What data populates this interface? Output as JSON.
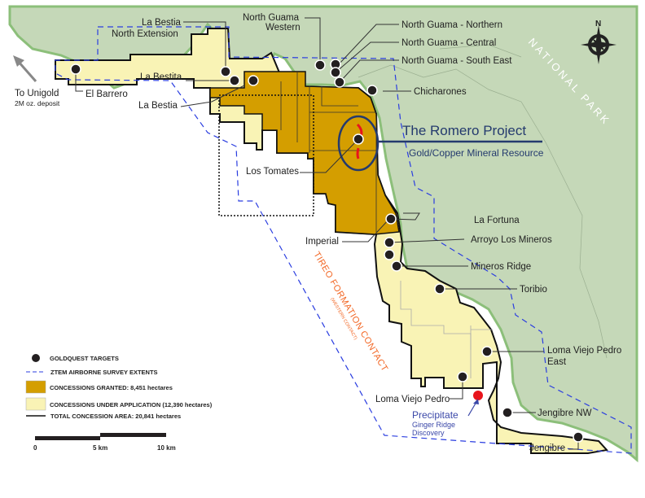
{
  "map": {
    "title": "The Romero Project",
    "subtitle": "Gold/Copper Mineral Resource",
    "region_label": "NATIONAL PARK",
    "compass_north": "N",
    "formation_label": "TIREO FORMATION CONTACT",
    "formation_sublabel": "(WESTERN CONTACT)",
    "external_label": "To Unigold",
    "external_sublabel": "2M oz. deposit",
    "discovery_title": "Precipitate",
    "discovery_sub1": "Ginger Ridge",
    "discovery_sub2": "Discovery",
    "targets": [
      "La Bestia",
      "North Extension",
      "North Guama",
      "Western",
      "North Guama - Northern",
      "North Guama - Central",
      "North Guama - South East",
      "La Bestita",
      "El Barrero",
      "La Bestia",
      "Chicharones",
      "Los Tomates",
      "La Fortuna",
      "Imperial",
      "Arroyo Los Mineros",
      "Mineros Ridge",
      "Toribio",
      "Loma Viejo Pedro",
      "East",
      "Loma Viejo Pedro",
      "Jengibre NW",
      "Jengibre"
    ]
  },
  "legend": {
    "targets": "GOLDQUEST TARGETS",
    "ztem": "ZTEM AIRBORNE SURVEY EXTENTS",
    "granted": "CONCESSIONS GRANTED: 8,451 hectares",
    "application": "CONCESSIONS UNDER APPLICATION (12,390 hectares)",
    "total": "TOTAL CONCESSION AREA: 20,841 hectares"
  },
  "scale": {
    "ticks": [
      "0",
      "5 km",
      "10 km"
    ]
  },
  "colors": {
    "land": "#c5d8b8",
    "coast": "#8cbf7a",
    "granted": "#d49e00",
    "application": "#f9f3b5",
    "survey": "#2a3de0",
    "formation": "#f26522",
    "project": "#243a6e",
    "discovery": "#e8141c",
    "discovery_text": "#3a47a8"
  }
}
